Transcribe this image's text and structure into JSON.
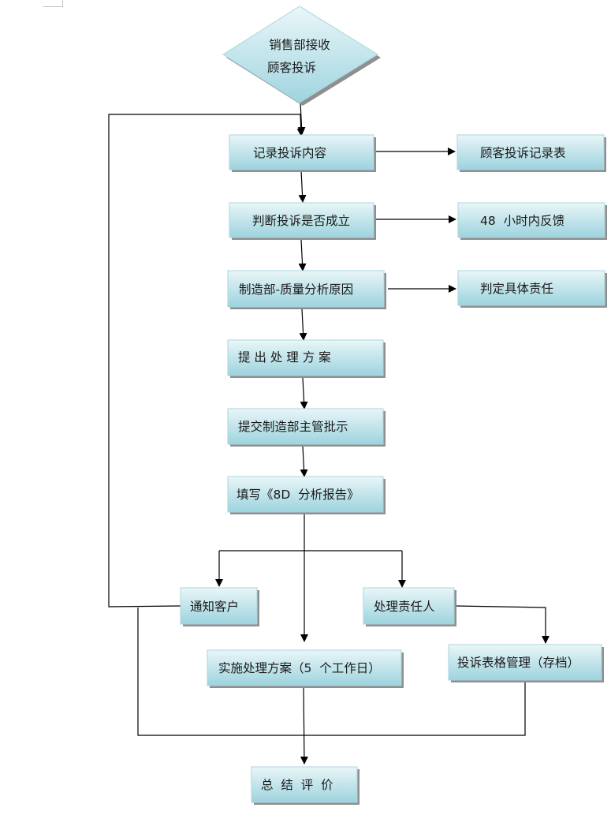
{
  "diagram": {
    "start": {
      "line1": "销售部接收",
      "line2": "顾客投诉"
    },
    "steps": {
      "record": "记录投诉内容",
      "record_form": "顾客投诉记录表",
      "judge": "判断投诉是否成立",
      "feedback": "48  小时内反馈",
      "analyze": "制造部-质量分析原因",
      "responsibility": "判定具体责任",
      "propose": "提 出 处 理 方 案",
      "approve": "提交制造部主管批示",
      "report": "填写《8D  分析报告》",
      "notify": "通知客户",
      "handler": "处理责任人",
      "implement": "实施处理方案（5  个工作日）",
      "archive": "投诉表格管理（存档）",
      "summary": "总  结  评  价"
    },
    "colors": {
      "box_top": "#e9f6f8",
      "box_bottom": "#9dd3de",
      "box_border": "#a9d6df",
      "shadow": "#8a8a8a",
      "line": "#000000"
    }
  }
}
